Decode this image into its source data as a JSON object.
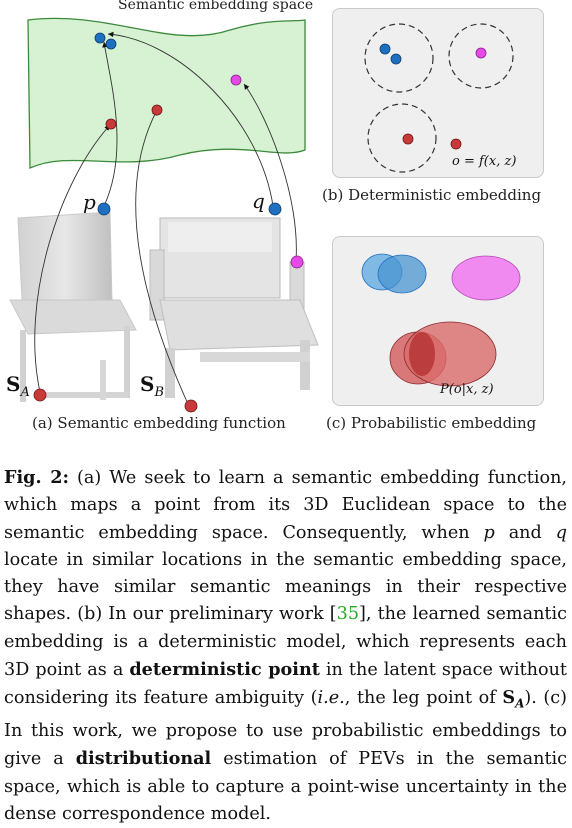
{
  "figure": {
    "space_label": "Semantic embedding space",
    "point_p": "p",
    "point_q": "q",
    "shape_a": "S",
    "shape_a_sub": "A",
    "shape_b": "S",
    "shape_b_sub": "B",
    "sub_a_caption": "(a) Semantic embedding function",
    "sub_b_caption": "(b) Deterministic embedding",
    "sub_c_caption": "(c) Probabilistic embedding",
    "det_formula": "o = f(x, z)",
    "prob_formula": "P(o|x, z)",
    "colors": {
      "blue": "#1f6fc0",
      "red": "#c83a3a",
      "magenta": "#e64ae6",
      "manifold": "#d6f2d2",
      "manifold_edge": "#3c8a3c"
    }
  },
  "caption": {
    "fig_label": "Fig. 2:",
    "t1": " (a) We seek to learn a semantic embedding function, which maps a point from its 3D Euclidean space to the semantic embedding space. Consequently, when ",
    "p": "p",
    "t2": " and ",
    "q": "q",
    "t3": " locate in similar locations in the semantic embedding space, they have similar semantic meanings in their respective shapes. (b) In our preliminary work [",
    "cite": "35",
    "t4": "], the learned semantic embedding is a deterministic model, which represents each 3D point as a ",
    "bold1": "deterministic point",
    "t5": " in the latent space without considering its feature ambiguity (",
    "ie": "i.e.",
    "t6": ", the leg point of ",
    "sa": "S",
    "sa_sub": "A",
    "t7": "). (c) In this work, we propose to use probabilistic embeddings to give a ",
    "bold2": "distributional",
    "t8": " estimation of PEVs in the semantic space, which is able to capture a point-wise uncertainty in the dense correspondence model."
  }
}
